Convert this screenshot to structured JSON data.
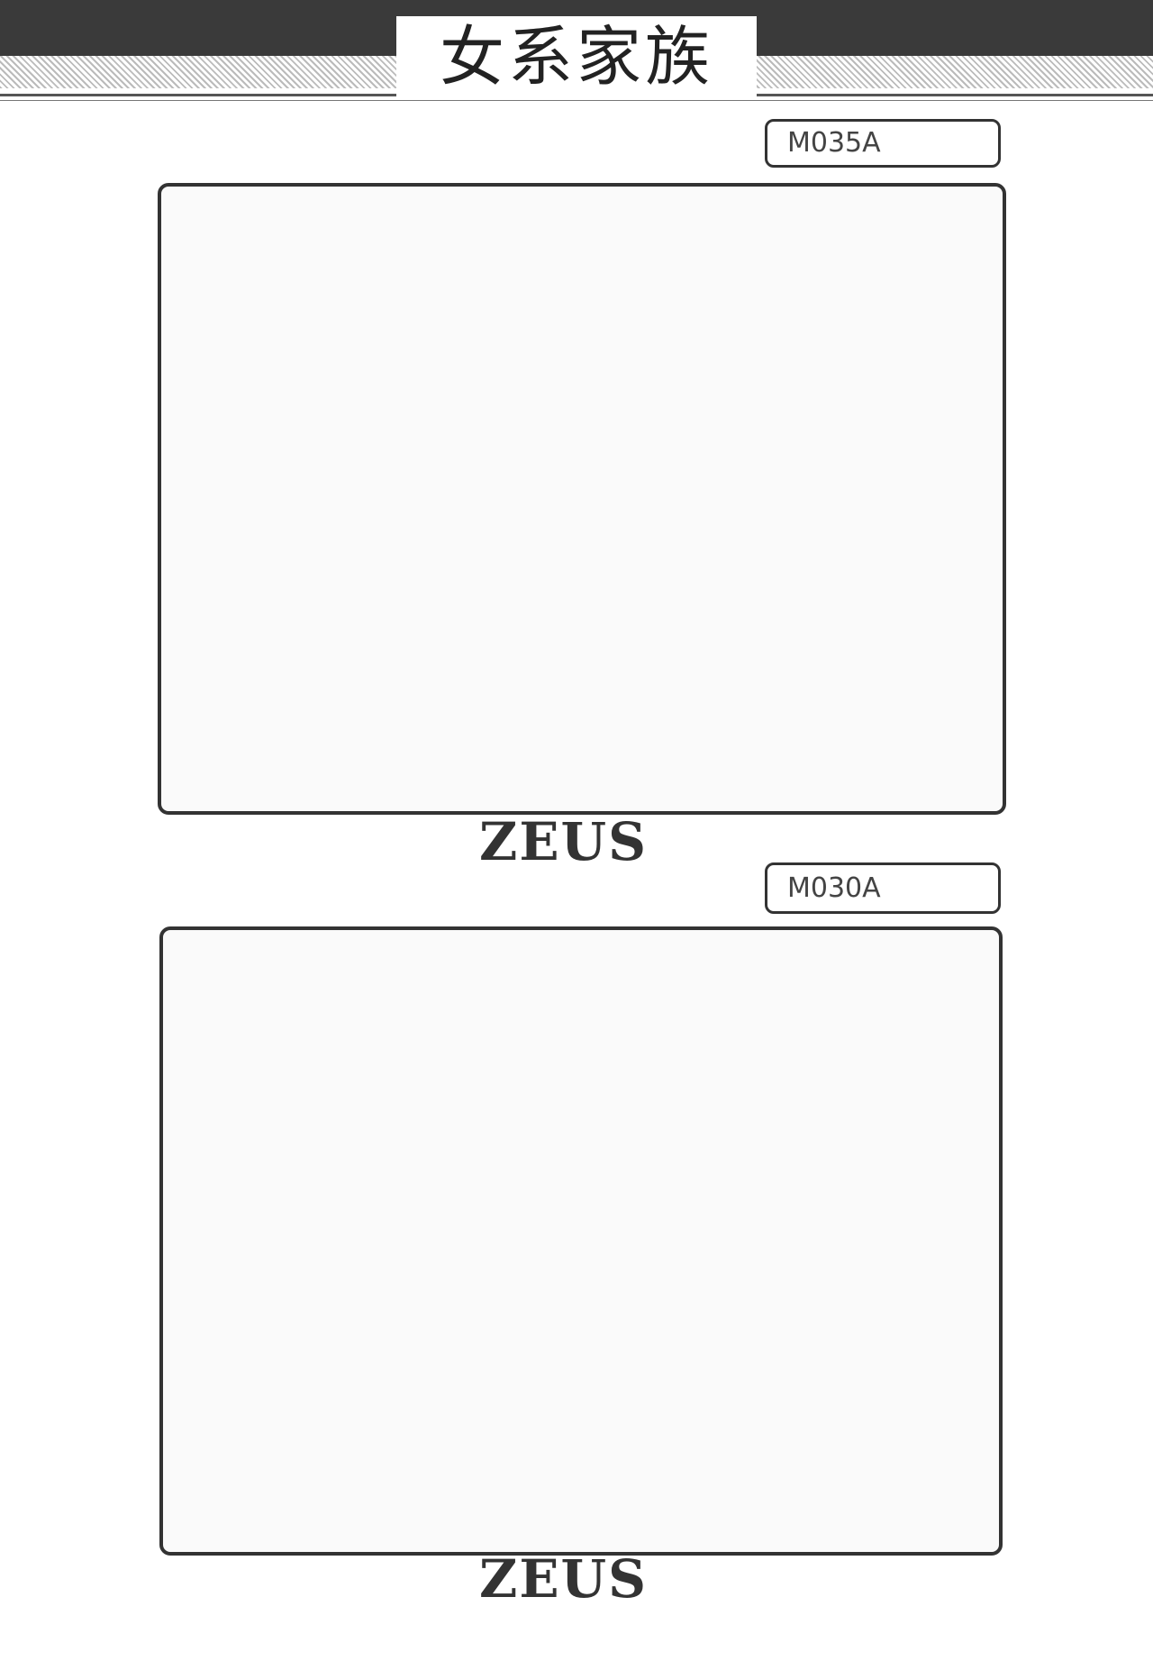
{
  "header": {
    "title": "女系家族"
  },
  "panels": [
    {
      "code": "M035A",
      "logo": "ZEUS"
    },
    {
      "code": "M030A",
      "logo": "ZEUS"
    }
  ]
}
